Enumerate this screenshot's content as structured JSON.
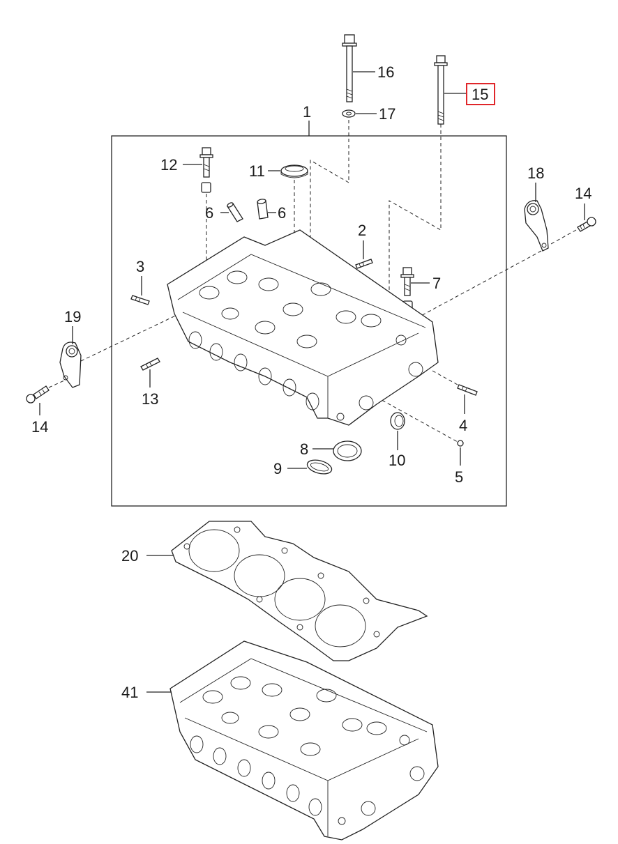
{
  "diagram": {
    "labels": {
      "p1": "1",
      "p2": "2",
      "p3": "3",
      "p4": "4",
      "p5": "5",
      "p6a": "6",
      "p6b": "6",
      "p7": "7",
      "p8": "8",
      "p9": "9",
      "p10": "10",
      "p11": "11",
      "p12": "12",
      "p13": "13",
      "p14a": "14",
      "p14b": "14",
      "p15": "15",
      "p16": "16",
      "p17": "17",
      "p18": "18",
      "p19": "19",
      "p20": "20",
      "p41": "41"
    },
    "highlighted_part": "15",
    "highlight_color": "#e0262a"
  }
}
